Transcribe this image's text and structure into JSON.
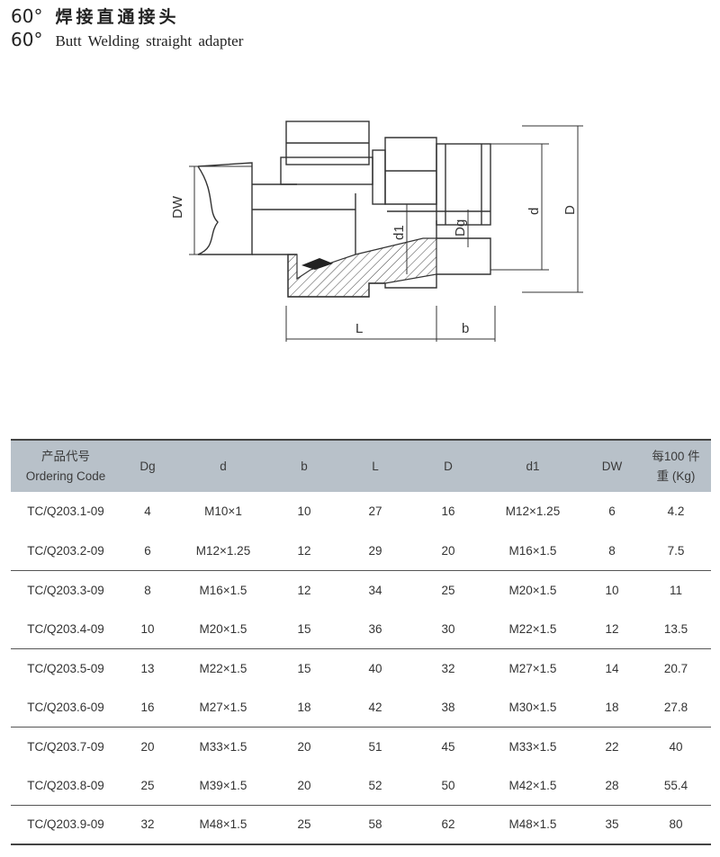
{
  "title": {
    "line1_deg": "60°",
    "line1_text": "焊接直通接头",
    "line2_deg": "60°",
    "line2_text": "Butt Welding straight adapter"
  },
  "drawing_labels": {
    "dw": "DW",
    "d1": "d1",
    "dg": "Dg",
    "d": "d",
    "D": "D",
    "L": "L",
    "b": "b"
  },
  "table": {
    "headers": {
      "code_cn": "产品代号",
      "code_en": "Ordering Code",
      "dg": "Dg",
      "d": "d",
      "b": "b",
      "L": "L",
      "D": "D",
      "d1": "d1",
      "dw": "DW",
      "weight_cn": "每100 件",
      "weight_unit": "重 (Kg)"
    },
    "rows": [
      {
        "code": "TC/Q203.1-09",
        "dg": "4",
        "d": "M10×1",
        "b": "10",
        "L": "27",
        "D": "16",
        "d1": "M12×1.25",
        "dw": "6",
        "wt": "4.2"
      },
      {
        "code": "TC/Q203.2-09",
        "dg": "6",
        "d": "M12×1.25",
        "b": "12",
        "L": "29",
        "D": "20",
        "d1": "M16×1.5",
        "dw": "8",
        "wt": "7.5"
      },
      {
        "code": "TC/Q203.3-09",
        "dg": "8",
        "d": "M16×1.5",
        "b": "12",
        "L": "34",
        "D": "25",
        "d1": "M20×1.5",
        "dw": "10",
        "wt": "11"
      },
      {
        "code": "TC/Q203.4-09",
        "dg": "10",
        "d": "M20×1.5",
        "b": "15",
        "L": "36",
        "D": "30",
        "d1": "M22×1.5",
        "dw": "12",
        "wt": "13.5"
      },
      {
        "code": "TC/Q203.5-09",
        "dg": "13",
        "d": "M22×1.5",
        "b": "15",
        "L": "40",
        "D": "32",
        "d1": "M27×1.5",
        "dw": "14",
        "wt": "20.7"
      },
      {
        "code": "TC/Q203.6-09",
        "dg": "16",
        "d": "M27×1.5",
        "b": "18",
        "L": "42",
        "D": "38",
        "d1": "M30×1.5",
        "dw": "18",
        "wt": "27.8"
      },
      {
        "code": "TC/Q203.7-09",
        "dg": "20",
        "d": "M33×1.5",
        "b": "20",
        "L": "51",
        "D": "45",
        "d1": "M33×1.5",
        "dw": "22",
        "wt": "40"
      },
      {
        "code": "TC/Q203.8-09",
        "dg": "25",
        "d": "M39×1.5",
        "b": "20",
        "L": "52",
        "D": "50",
        "d1": "M42×1.5",
        "dw": "28",
        "wt": "55.4"
      },
      {
        "code": "TC/Q203.9-09",
        "dg": "32",
        "d": "M48×1.5",
        "b": "25",
        "L": "58",
        "D": "62",
        "d1": "M48×1.5",
        "dw": "35",
        "wt": "80"
      }
    ]
  }
}
